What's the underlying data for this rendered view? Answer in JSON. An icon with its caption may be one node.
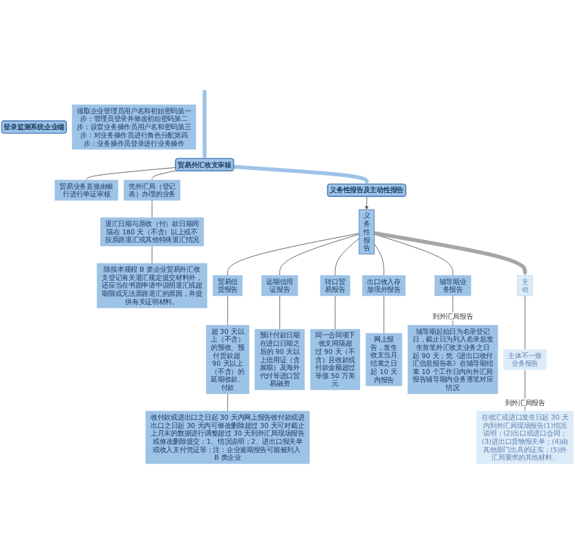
{
  "diagram": {
    "nodes": [
      {
        "text": [
          "登录监测系统企业端"
        ]
      },
      {
        "text": [
          "领取企业管理员用户名和初始密码第一步：管理员登录并修改初始密码第二步：设置业务操作员用户名和密码第三步：对业务操作员进行角色分配第四步：业务操作员登录进行业务操作"
        ]
      },
      {
        "text": [
          "贸易外汇收支审核"
        ]
      },
      {
        "text": [
          "贸易业务直接由银行进行单证审核"
        ]
      },
      {
        "text": [
          "凭外汇局（登记表）办理的业务"
        ]
      },
      {
        "text": [
          "退汇日期与原收（付）款日期间隔在 180 天（不含）以上或不按原路退汇或其他特殊退汇情况"
        ]
      },
      {
        "text": [
          "除按本规程 B 类企业贸易外汇收支登记有关退汇规定提交材料外，还应当在书面申请中说明退汇或超期限或无法原路退汇的原因，并提供有关证明材料。"
        ]
      },
      {
        "text": [
          "义务性报告及主动性报告"
        ]
      },
      {
        "text": [
          "义务性报告"
        ]
      },
      {
        "text": [
          "贸易信贷报告"
        ]
      },
      {
        "text": [
          "超 30 天以上（不含）的预收、预付货款超 90 天以上（不含）的延期收款、付款"
        ]
      },
      {
        "text": [
          "远期信用证报告"
        ]
      },
      {
        "text": [
          "预计付款日期在进口日期之后的 90 天以上信用证（含展期）及海外代付等进口贸易融资"
        ]
      },
      {
        "text": [
          "转口贸易报告"
        ]
      },
      {
        "text": [
          "同一合同项下收支间隔超过 90 天（不含）且收款或付款金额超过等值 50 万美元"
        ]
      },
      {
        "text": [
          "收付款或进出口之日起 30 天内网上报告收付款或进出口之日起 30 天内可修改删除超过 30 天可对截止上月末的数据进行调整超过 30 天到外汇局现场报告或修改删除提交：1、情况说明；2、进出口报关单或收入支付凭证等；注：企业逾期报告可能被列入 B 类企业"
        ]
      },
      {
        "text": [
          "出口收入存放境外报告"
        ]
      },
      {
        "text": [
          "网上报告，发生收支当月结束之日起 10 天内报告"
        ]
      },
      {
        "text": [
          "辅导期业务报告"
        ]
      },
      {
        "text": [
          "辅导期起始日为名录登记日，截止日为列入名录后发生首笔外汇收支业务之日起 90 天；凭《进出口收付汇信息报告表》在辅导期结束 10 个工作日内向外汇局报告辅导期内业务逐笔对应情况"
        ]
      },
      {
        "text": [
          "主动"
        ]
      },
      {
        "text": [
          "主体不一致业务报告"
        ]
      },
      {
        "text": [
          "在收汇或进口发生日起 30 天内到外汇局现场报告(1)情况说明；(2)出口或进口合同；(3)进出口货物报关单；(4)由其他部门出具的证实；(5)外汇局要求的其他材料。"
        ]
      }
    ],
    "edges": [
      {
        "from": null,
        "to": 2,
        "arrow": "to",
        "style": "thick",
        "color": "#9dc3e6"
      },
      {
        "from": 2,
        "to": 3,
        "arrow": "none"
      },
      {
        "from": 2,
        "to": 4,
        "arrow": "none"
      },
      {
        "from": 4,
        "to": 5,
        "arrow": "none"
      },
      {
        "from": 5,
        "to": 6,
        "arrow": "none"
      },
      {
        "from": 2,
        "to": 7,
        "arrow": "to",
        "style": "thick",
        "color": "#9dc3e6"
      },
      {
        "from": 7,
        "to": 8,
        "arrow": "to"
      },
      {
        "from": 8,
        "to": 9,
        "arrow": "none"
      },
      {
        "from": 8,
        "to": 11,
        "arrow": "none"
      },
      {
        "from": 8,
        "to": 13,
        "arrow": "none"
      },
      {
        "from": 8,
        "to": 16,
        "arrow": "none"
      },
      {
        "from": 8,
        "to": 18,
        "arrow": "none"
      },
      {
        "from": 9,
        "to": 10,
        "arrow": "none"
      },
      {
        "from": 11,
        "to": 12,
        "arrow": "none"
      },
      {
        "from": 13,
        "to": 14,
        "arrow": "none"
      },
      {
        "from": 10,
        "to": 15,
        "arrow": "none"
      },
      {
        "from": 16,
        "to": 17,
        "arrow": "none"
      },
      {
        "from": 18,
        "to": 19,
        "arrow": "none",
        "label": "到外汇局报告"
      },
      {
        "from": 8,
        "to": 20,
        "arrow": "to",
        "style": "thick",
        "color": "#a6a6a6"
      },
      {
        "from": 20,
        "to": 21,
        "arrow": "none"
      },
      {
        "from": 21,
        "to": 22,
        "arrow": "none",
        "label": "到外汇局报告"
      }
    ]
  }
}
